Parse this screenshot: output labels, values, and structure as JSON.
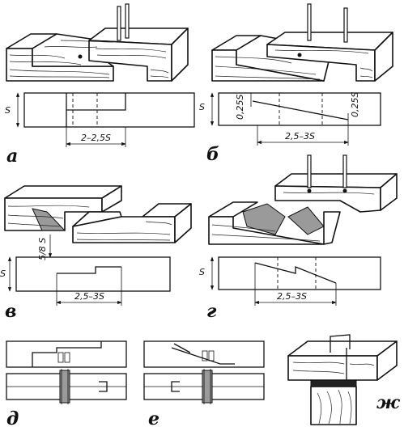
{
  "panels": {
    "a": {
      "label": "а",
      "dim_s": "S",
      "dim_len": "2–2,5S"
    },
    "b": {
      "label": "б",
      "dim_s": "S",
      "dim_left": "0,25S",
      "dim_right": "0,25S",
      "dim_len": "2,5–3S"
    },
    "v": {
      "label": "в",
      "dim_s": "S",
      "dim_step": "5/8 S",
      "dim_len": "2,5–3S"
    },
    "g": {
      "label": "г",
      "dim_s": "S",
      "dim_len": "2,5–3S"
    },
    "d": {
      "label": "д"
    },
    "e": {
      "label": "е"
    },
    "zh": {
      "label": "ж"
    }
  }
}
